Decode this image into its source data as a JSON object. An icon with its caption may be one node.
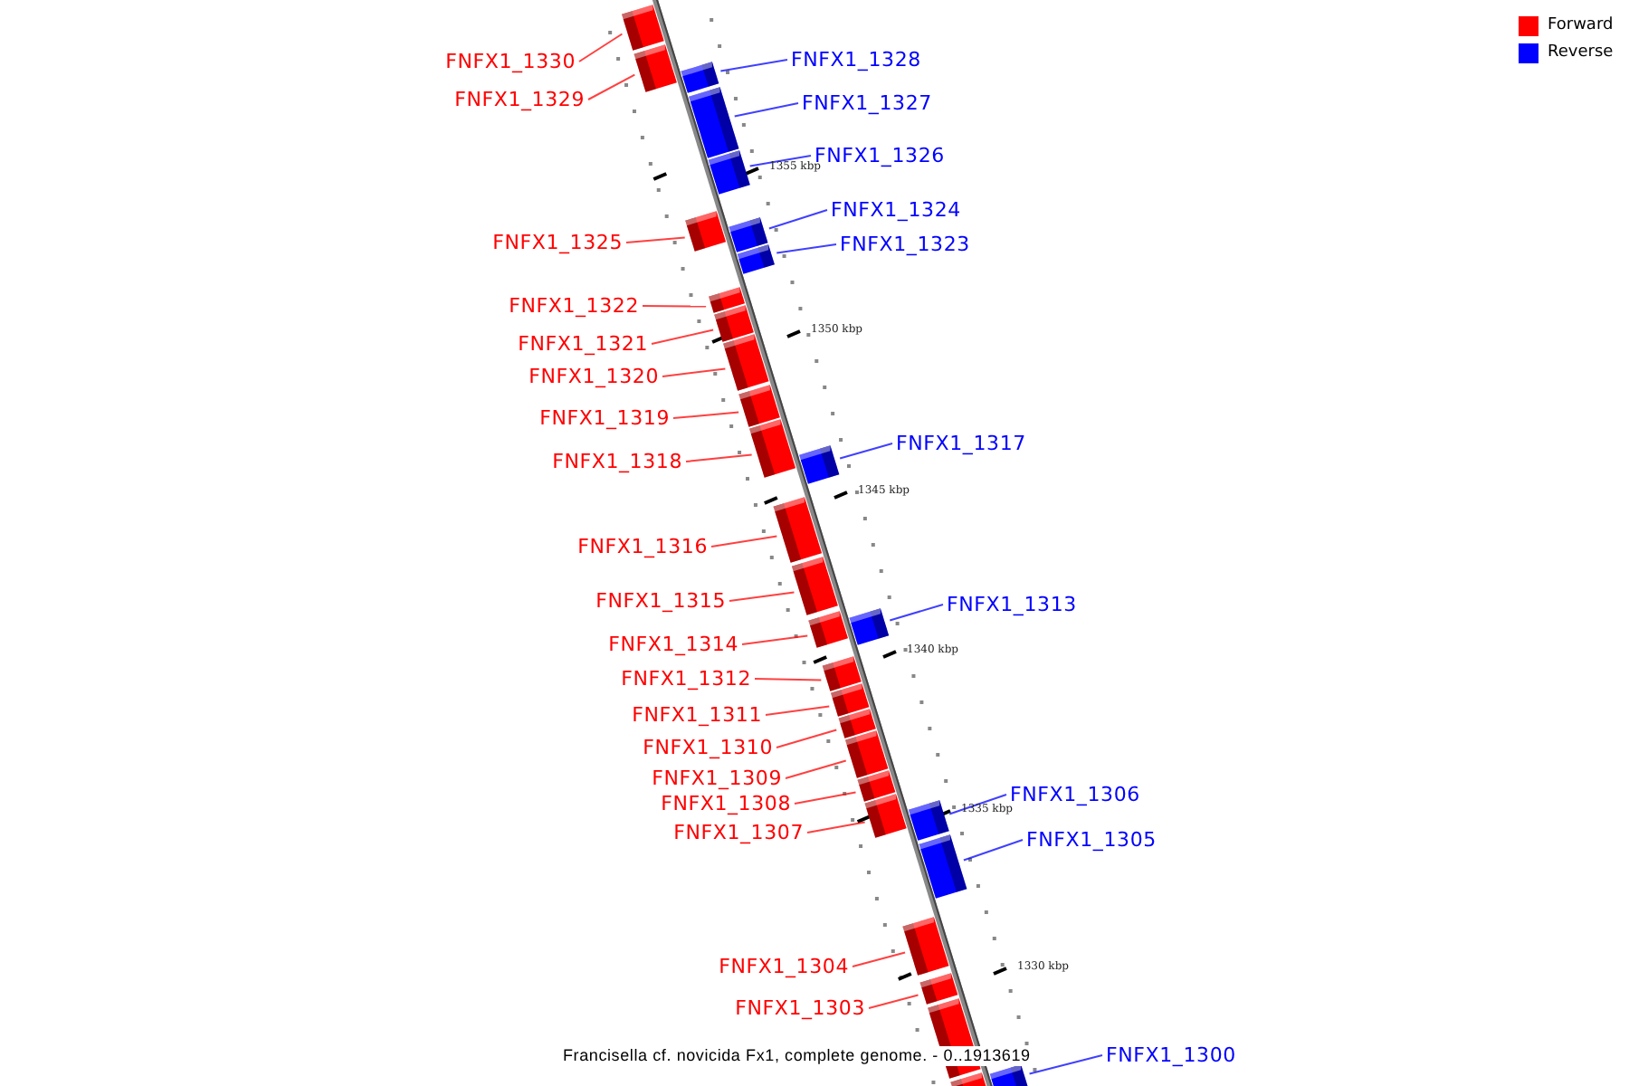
{
  "diagram": {
    "caption": "Francisella cf. novicida Fx1, complete genome. - 0..1913619",
    "nodes": [
      {
        "text": [
          "FNFX1_1330"
        ]
      },
      {
        "text": [],
        "shape": "box"
      },
      {
        "text": [
          "FNFX1_1329"
        ]
      },
      {
        "text": [],
        "shape": "box"
      },
      {
        "text": [
          "FNFX1_1328"
        ]
      },
      {
        "text": [],
        "shape": "box"
      },
      {
        "text": [
          "FNFX1_1327"
        ]
      },
      {
        "text": [],
        "shape": "box"
      },
      {
        "text": [
          "FNFX1_1326"
        ]
      },
      {
        "text": [],
        "shape": "box"
      },
      {
        "text": [
          "FNFX1_1325"
        ]
      },
      {
        "text": [],
        "shape": "box"
      },
      {
        "text": [
          "FNFX1_1324"
        ]
      },
      {
        "text": [],
        "shape": "box"
      },
      {
        "text": [
          "FNFX1_1323"
        ]
      },
      {
        "text": [],
        "shape": "box"
      },
      {
        "text": [
          "FNFX1_1322"
        ]
      },
      {
        "text": [],
        "shape": "box"
      },
      {
        "text": [
          "FNFX1_1321"
        ]
      },
      {
        "text": [],
        "shape": "box"
      },
      {
        "text": [
          "FNFX1_1320"
        ]
      },
      {
        "text": [],
        "shape": "box"
      },
      {
        "text": [
          "FNFX1_1319"
        ]
      },
      {
        "text": [],
        "shape": "box"
      },
      {
        "text": [
          "FNFX1_1318"
        ]
      },
      {
        "text": [],
        "shape": "box"
      },
      {
        "text": [
          "FNFX1_1317"
        ]
      },
      {
        "text": [],
        "shape": "box"
      },
      {
        "text": [
          "FNFX1_1316"
        ]
      },
      {
        "text": [],
        "shape": "box"
      },
      {
        "text": [
          "FNFX1_1315"
        ]
      },
      {
        "text": [],
        "shape": "box"
      },
      {
        "text": [
          "FNFX1_1314"
        ]
      },
      {
        "text": [],
        "shape": "box"
      },
      {
        "text": [
          "FNFX1_1313"
        ]
      },
      {
        "text": [],
        "shape": "box"
      },
      {
        "text": [
          "FNFX1_1312"
        ]
      },
      {
        "text": [],
        "shape": "box"
      },
      {
        "text": [
          "FNFX1_1311"
        ]
      },
      {
        "text": [],
        "shape": "box"
      },
      {
        "text": [
          "FNFX1_1310"
        ]
      },
      {
        "text": [],
        "shape": "box"
      },
      {
        "text": [
          "FNFX1_1309"
        ]
      },
      {
        "text": [],
        "shape": "box"
      },
      {
        "text": [
          "FNFX1_1308"
        ]
      },
      {
        "text": [],
        "shape": "box"
      },
      {
        "text": [
          "FNFX1_1307"
        ]
      },
      {
        "text": [],
        "shape": "box"
      },
      {
        "text": [
          "FNFX1_1306"
        ]
      },
      {
        "text": [],
        "shape": "box"
      },
      {
        "text": [
          "FNFX1_1305"
        ]
      },
      {
        "text": [],
        "shape": "box"
      },
      {
        "text": [
          "FNFX1_1304"
        ]
      },
      {
        "text": [],
        "shape": "box"
      },
      {
        "text": [
          "FNFX1_1303"
        ]
      },
      {
        "text": [],
        "shape": "box"
      },
      {
        "text": [],
        "shape": "box"
      },
      {
        "text": [
          "FNFX1_1300"
        ]
      },
      {
        "text": [],
        "shape": "box"
      },
      {
        "text": [],
        "shape": "box"
      }
    ],
    "edges": [
      {
        "from": 0,
        "to": 1,
        "arrow": "none"
      },
      {
        "from": 2,
        "to": 3,
        "arrow": "none"
      },
      {
        "from": 4,
        "to": 5,
        "arrow": "none",
        "color": "#0000ff"
      },
      {
        "from": 6,
        "to": 7,
        "arrow": "none",
        "color": "#0000ff"
      },
      {
        "from": 8,
        "to": 9,
        "arrow": "none",
        "color": "#0000ff"
      },
      {
        "from": 10,
        "to": 11,
        "arrow": "none"
      },
      {
        "from": 12,
        "to": 13,
        "arrow": "none",
        "color": "#0000ff"
      },
      {
        "from": 14,
        "to": 15,
        "arrow": "none",
        "color": "#0000ff"
      },
      {
        "from": 16,
        "to": 17,
        "arrow": "none"
      },
      {
        "from": 18,
        "to": 19,
        "arrow": "none"
      },
      {
        "from": 20,
        "to": 21,
        "arrow": "none"
      },
      {
        "from": 22,
        "to": 23,
        "arrow": "none"
      },
      {
        "from": 24,
        "to": 25,
        "arrow": "none"
      },
      {
        "from": 26,
        "to": 27,
        "arrow": "none",
        "color": "#0000ff"
      },
      {
        "from": 28,
        "to": 29,
        "arrow": "none"
      },
      {
        "from": 30,
        "to": 31,
        "arrow": "none"
      },
      {
        "from": 32,
        "to": 33,
        "arrow": "none"
      },
      {
        "from": 34,
        "to": 35,
        "arrow": "none",
        "color": "#0000ff"
      },
      {
        "from": 36,
        "to": 37,
        "arrow": "none"
      },
      {
        "from": 38,
        "to": 39,
        "arrow": "none"
      },
      {
        "from": 40,
        "to": 41,
        "arrow": "none"
      },
      {
        "from": 42,
        "to": 43,
        "arrow": "none"
      },
      {
        "from": 44,
        "to": 45,
        "arrow": "none"
      },
      {
        "from": 46,
        "to": 47,
        "arrow": "none"
      },
      {
        "from": 48,
        "to": 49,
        "arrow": "none",
        "color": "#0000ff"
      },
      {
        "from": 50,
        "to": 51,
        "arrow": "none",
        "color": "#0000ff"
      },
      {
        "from": 52,
        "to": 53,
        "arrow": "none"
      },
      {
        "from": 54,
        "to": 55,
        "arrow": "none"
      },
      {
        "from": 57,
        "to": 58,
        "arrow": "none",
        "color": "#0000ff"
      }
    ],
    "labels": [
      "1355 kbp",
      "1350 kbp",
      "1345 kbp",
      "1340 kbp",
      "1335 kbp",
      "1330 kbp"
    ],
    "legend": [
      {
        "text": "Forward",
        "color": "#ff0000"
      },
      {
        "text": "Reverse",
        "color": "#0000ff"
      }
    ]
  }
}
